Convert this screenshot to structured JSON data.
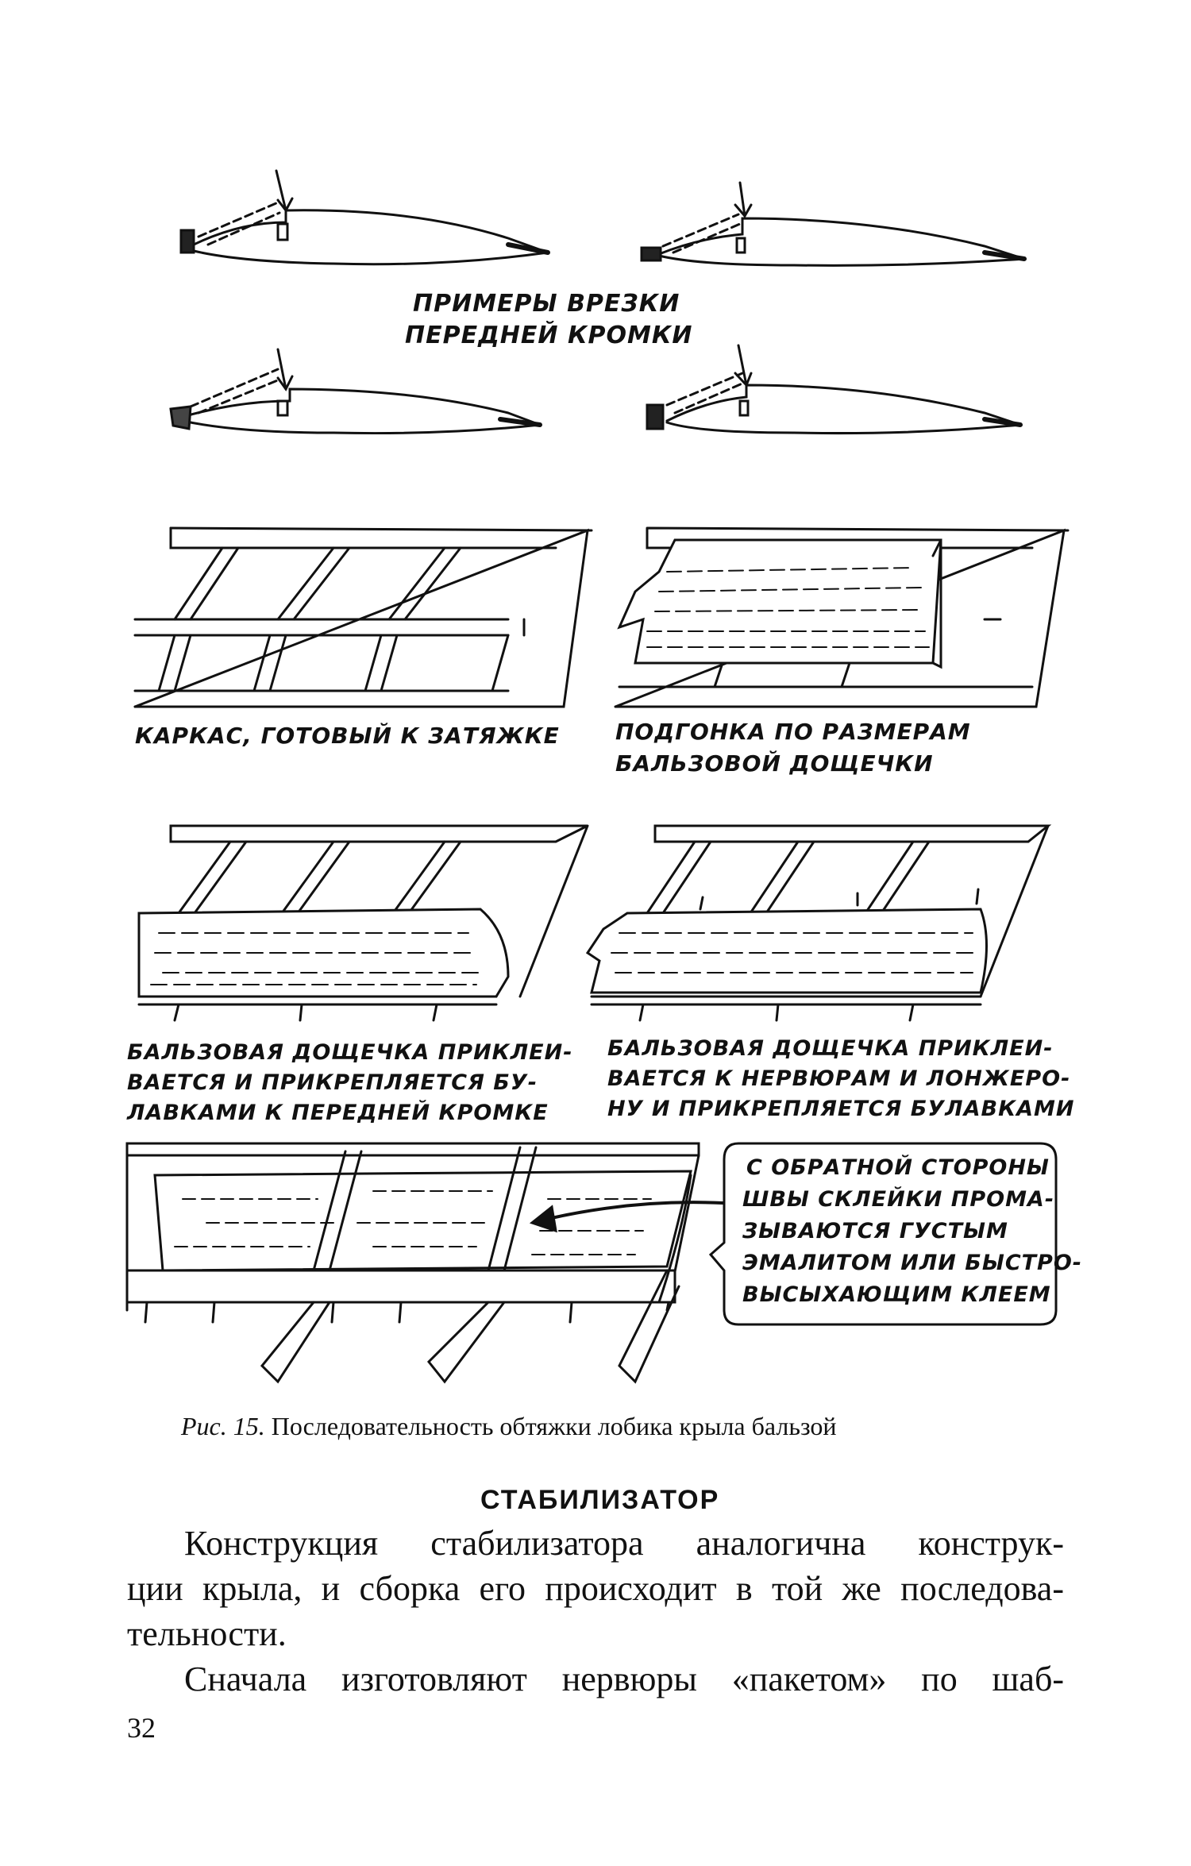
{
  "figure": {
    "label_profiles": [
      "ПРИМЕРЫ ВРЕЗКИ",
      "ПЕРЕДНЕЙ КРОМКИ"
    ],
    "label_frame": "КАРКАС, ГОТОВЫЙ К ЗАТЯЖКЕ",
    "label_fitting": [
      "ПОДГОНКА ПО РАЗМЕРАМ",
      "БАЛЬЗОВОЙ ДОЩЕЧКИ"
    ],
    "label_glued_edge": [
      "БАЛЬЗОВАЯ ДОЩЕЧКА ПРИКЛЕИ-",
      "ВАЕТСЯ И ПРИКРЕПЛЯЕТСЯ БУ-",
      "ЛАВКАМИ К ПЕРЕДНЕЙ КРОМКЕ"
    ],
    "label_glued_ribs": [
      "БАЛЬЗОВАЯ ДОЩЕЧКА ПРИКЛЕИ-",
      "ВАЕТСЯ К НЕРВЮРАМ И ЛОНЖЕРО-",
      "НУ И ПРИКРЕПЛЯЕТСЯ БУЛАВКАМИ"
    ],
    "callout": [
      "С ОБРАТНОЙ СТОРОНЫ",
      "ШВЫ СКЛЕЙКИ ПРОМА-",
      "ЗЫВАЮТСЯ ГУСТЫМ",
      "ЭМАЛИТОМ ИЛИ БЫСТРО-",
      "ВЫСЫХАЮЩИМ КЛЕЕМ"
    ]
  },
  "caption": {
    "fig_label": "Рис. 15.",
    "text": "Последовательность обтяжки лобика крыла бальзой"
  },
  "section_heading": "СТАБИЛИЗАТОР",
  "paragraphs": [
    [
      "Конструкция стабилизатора аналогична конструк-",
      "ции крыла, и сборка его происходит в той же последова-",
      "тельности."
    ],
    [
      "Сначала изготовляют нервюры «пакетом» по шаб-"
    ]
  ],
  "page_number": "32"
}
